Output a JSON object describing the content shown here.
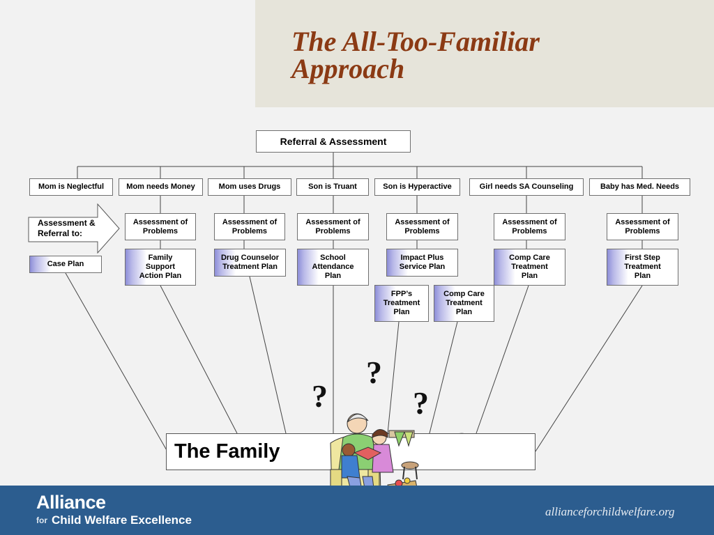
{
  "title": "The All-Too-Familiar\nApproach",
  "root": "Referral & Assessment",
  "needs": [
    "Mom is Neglectful",
    "Mom needs Money",
    "Mom uses Drugs",
    "Son is Truant",
    "Son is Hyperactive",
    "Girl needs SA Counseling",
    "Baby has Med. Needs"
  ],
  "assessment_label": "Assessment &\nReferral to:",
  "case_plan": "Case Plan",
  "problems_label": "Assessment of\nProblems",
  "plans": [
    "Family\nSupport\nAction Plan",
    "Drug Counselor\nTreatment  Plan",
    "School\nAttendance\nPlan",
    "Impact Plus\nService Plan",
    "Comp Care\nTreatment\nPlan",
    "First Step\nTreatment\nPlan"
  ],
  "extra_plans": [
    "FPP’s\nTreatment\nPlan",
    "Comp Care\nTreatment\nPlan"
  ],
  "family": "The Family",
  "question_mark": "?",
  "footer": {
    "logo": "Alliance",
    "logo_for": "for",
    "logo_sub": "Child Welfare Excellence",
    "url": "allianceforchildwelfare.org"
  },
  "colors": {
    "title": "#8b3a14",
    "footer": "#2c5d8f",
    "plan_fill": "#8d8ed8"
  },
  "illustration": "reading-family-illustration"
}
